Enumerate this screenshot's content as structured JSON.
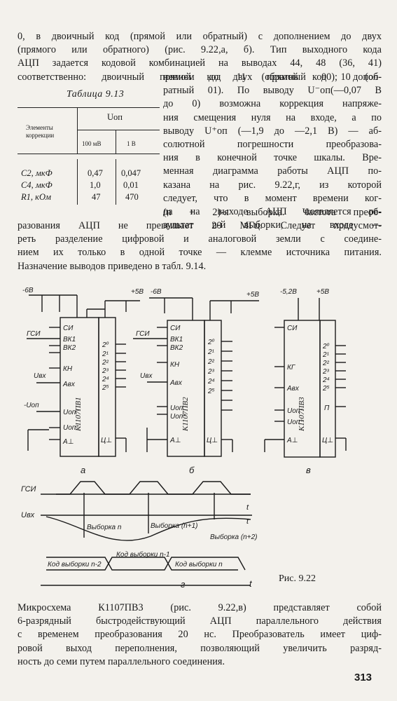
{
  "para1_lines": [
    "0, в двоичный код (прямой или обратный) с дополнением до двух",
    "(прямого или обратного) (рис. 9.22,а, б). Тип выходного кода",
    "АЦП задается кодовой комбинацией на выводах 44, 48 (36, 41)",
    "соответственно: двоичный прямой код 11 (обратный 00); допол-"
  ],
  "para1b_lines": [
    "нением до двух прямой код 10 (об-",
    "ратный 01). По выводу U⁻оп(—0,07 В",
    "до 0) возможна коррекция напряже-",
    "ния смещения нуля на входе, а по",
    "выводу U⁺оп (—1,9 до —2,1 В) — аб-",
    "солютной погрешности преобразова-",
    "ния в конечной точке шкалы. Вре-",
    "менная диаграмма работы АЦП по-",
    "казана на рис. 9.22,г, из которой",
    "следует, что в момент времени ког-",
    "да на выходе АЦП появляется ре-",
    "зультат n-й выборки, на входе —",
    "(n + 2)-я выборка. Частота преоб-"
  ],
  "para1c_lines": [
    "разования АЦП не превышает 20 МГц. Следует предусмот-",
    "реть разделение цифровой и аналоговой земли с соедине-",
    "нием их только в одной точке — клемме источника питания.",
    "Назначение выводов приведено в табл. 9.14."
  ],
  "table": {
    "title": "Таблица 9.13",
    "col_header_top": "Uоп",
    "row_header": [
      "Элементы",
      "коррекции"
    ],
    "col_headers": [
      "100 мВ",
      "1 В"
    ],
    "rows": [
      {
        "label": "C2, мкФ",
        "v1": "0,47",
        "v2": "0,047"
      },
      {
        "label": "C4, мкФ",
        "v1": "1,0",
        "v2": "0,01"
      },
      {
        "label": "R1, кОм",
        "v1": "47",
        "v2": "470"
      }
    ]
  },
  "figure": {
    "chips": [
      "К1107ПВ1",
      "К1107ПВ2",
      "К1107ПВ3"
    ],
    "sub_labels": [
      "а",
      "б",
      "в",
      "г"
    ],
    "supply_a": [
      "-6В",
      "+5В"
    ],
    "supply_v": [
      "-5,2В",
      "+5В"
    ],
    "pins_left": [
      "СИ",
      "ВК1",
      "ВК2",
      "КН",
      "Aвх",
      "Uоп⁻",
      "Uоп⁺",
      "A⊥"
    ],
    "pins_right": [
      "2⁰",
      "2¹",
      "2²",
      "2³",
      "2⁴",
      "2⁵",
      "Ц⊥"
    ],
    "pin_v_left": [
      "СИ",
      "КГ",
      "Aвх",
      "Uоп⁻",
      "Uоп⁺",
      "A⊥"
    ],
    "pin_v_right": [
      "2⁰",
      "2¹",
      "2²",
      "2³",
      "2⁴",
      "2⁵",
      "П",
      "Ц⊥"
    ],
    "ext_labels": [
      "ГСИ",
      "Uвх",
      "-Uоп"
    ],
    "timing": {
      "signals": [
        "ГСИ",
        "Uвх"
      ],
      "samples": [
        "Выборка n",
        "Выборка (n+1)",
        "Выборка (n+2)"
      ],
      "codes": [
        "Код выборки n-2",
        "Код выборки n-1",
        "Код выборки n"
      ],
      "axis": "t"
    },
    "caption": "Рис. 9.22"
  },
  "para2_lines": [
    "Микросхема К1107ПВ3 (рис. 9.22,в) представляет собой",
    "6-разрядный быстродействующий АЦП параллельного действия",
    "с временем преобразования 20 нс. Преобразователь имеет циф-",
    "ровой выход переполнения, позволяющий увеличить разряд-",
    "ность до семи путем параллельного соединения."
  ],
  "page_number": "313"
}
